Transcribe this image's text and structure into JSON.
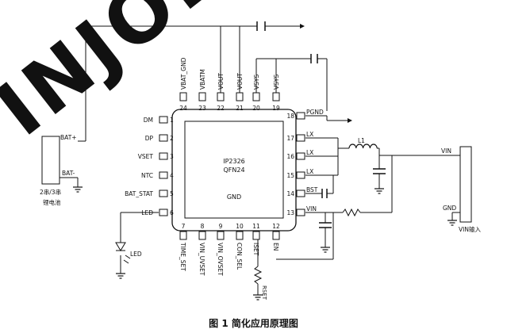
{
  "watermark": "INJOIN",
  "ic": {
    "part": "IP2326",
    "package": "QFN24",
    "gnd": "GND"
  },
  "pins_left": [
    {
      "num": "1",
      "name": "DM"
    },
    {
      "num": "2",
      "name": "DP"
    },
    {
      "num": "3",
      "name": "VSET"
    },
    {
      "num": "4",
      "name": "NTC"
    },
    {
      "num": "5",
      "name": "BAT_STAT"
    },
    {
      "num": "6",
      "name": "LED"
    }
  ],
  "pins_right": [
    {
      "num": "18",
      "name": "PGND"
    },
    {
      "num": "17",
      "name": "LX"
    },
    {
      "num": "16",
      "name": "LX"
    },
    {
      "num": "15",
      "name": "LX"
    },
    {
      "num": "14",
      "name": "BST"
    },
    {
      "num": "13",
      "name": "VIN"
    }
  ],
  "pins_top": [
    {
      "num": "24",
      "name": "VBAT_GND"
    },
    {
      "num": "23",
      "name": "VBATM"
    },
    {
      "num": "22",
      "name": "VOUT"
    },
    {
      "num": "21",
      "name": "VOUT"
    },
    {
      "num": "20",
      "name": "VSYS"
    },
    {
      "num": "19",
      "name": "VSYS"
    }
  ],
  "pins_bottom": [
    {
      "num": "7",
      "name": "TIME_SET"
    },
    {
      "num": "8",
      "name": "VIN_UVSET"
    },
    {
      "num": "9",
      "name": "VIN_OVSET"
    },
    {
      "num": "10",
      "name": "CON_SEL"
    },
    {
      "num": "11",
      "name": "ISET"
    },
    {
      "num": "12",
      "name": "EN"
    }
  ],
  "battery": {
    "plus": "BAT+",
    "minus": "BAT-",
    "label1": "2串/3串",
    "label2": "锂电池"
  },
  "vin_connector": {
    "vin": "VIN",
    "gnd": "GND",
    "label": "VIN输入"
  },
  "inductor_label": "L1",
  "led_label": "LED",
  "rset_label": "RSET",
  "caption": "图 1 简化应用原理图",
  "colors": {
    "line": "#111111",
    "watermark": "#e6e6e6"
  }
}
